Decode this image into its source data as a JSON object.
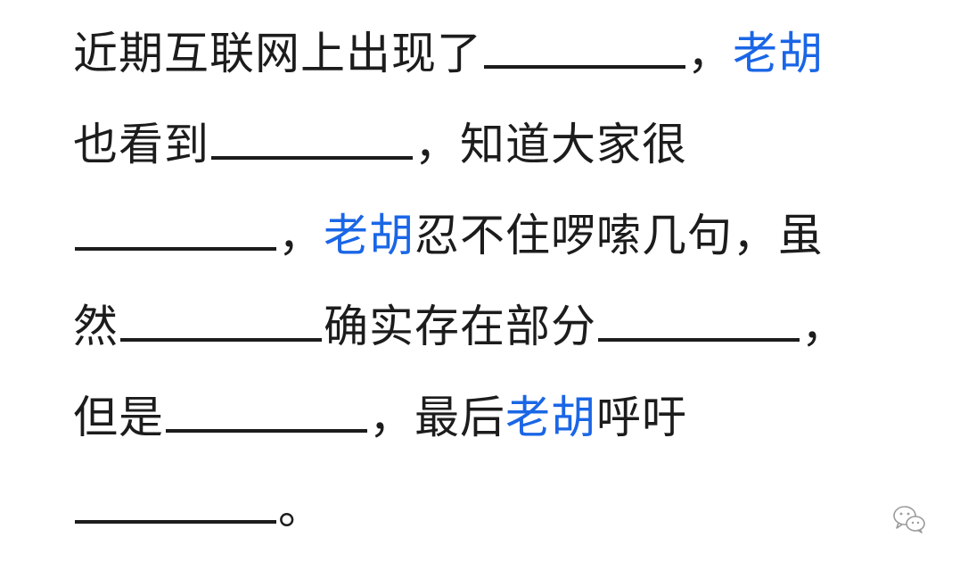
{
  "paragraph": {
    "line1": {
      "a": "近期互联网上出现了",
      "b": "，",
      "hl": "老胡"
    },
    "line2": {
      "a": "也看到",
      "b": "，知道大家很"
    },
    "line3": {
      "a": "，",
      "hl": "老胡",
      "b": "忍不住啰嗦几句，虽"
    },
    "line4": {
      "a": "然",
      "b": "确实存在部分",
      "c": "，"
    },
    "line5": {
      "a": "但是",
      "b": "，最后",
      "hl": "老胡",
      "c": "呼吁"
    },
    "line6": {
      "a": "。"
    }
  },
  "colors": {
    "text": "#1c1c1c",
    "highlight": "#1a66e6"
  },
  "watermark": {
    "icon": "wechat-logo-icon"
  }
}
